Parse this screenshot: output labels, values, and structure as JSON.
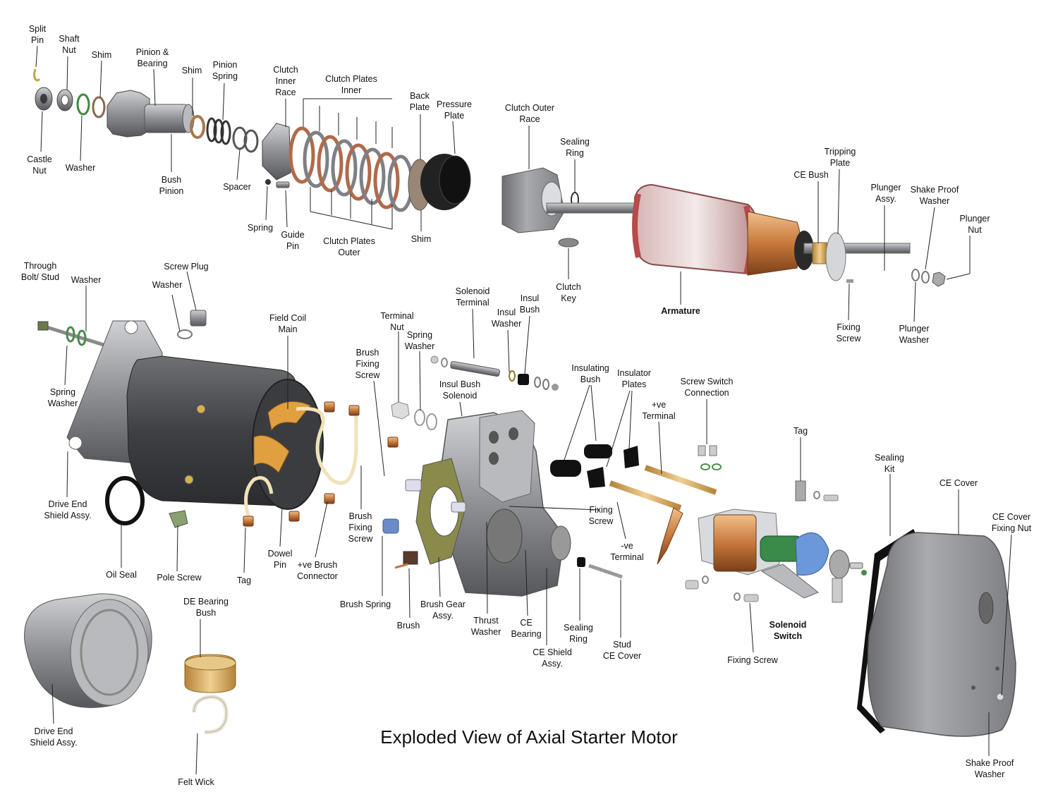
{
  "title": "Exploded View of Axial Starter Motor",
  "labels": {
    "split_pin": "Split\nPin",
    "shaft_nut": "Shaft\nNut",
    "shim_1": "Shim",
    "pinion_bearing": "Pinion &\nBearing",
    "shim_2": "Shim",
    "pinion_spring": "Pinion\nSpring",
    "clutch_inner_race": "Clutch\nInner\nRace",
    "clutch_plates_inner": "Clutch Plates\nInner",
    "back_plate": "Back\nPlate",
    "pressure_plate": "Pressure\nPlate",
    "clutch_outer_race": "Clutch Outer\nRace",
    "sealing_ring_1": "Sealing\nRing",
    "ce_bush": "CE Bush",
    "tripping_plate": "Tripping\nPlate",
    "plunger_assy": "Plunger\nAssy.",
    "shake_proof_washer_1": "Shake Proof\nWasher",
    "plunger_nut": "Plunger\nNut",
    "castle_nut": "Castle\nNut",
    "washer_1": "Washer",
    "bush_pinion": "Bush\nPinion",
    "spacer": "Spacer",
    "spring_1": "Spring",
    "guide_pin": "Guide\nPin",
    "clutch_plates_outer": "Clutch Plates\nOuter",
    "shim_3": "Shim",
    "clutch_key": "Clutch\nKey",
    "armature": "Armature",
    "fixing_screw_1": "Fixing\nScrew",
    "plunger_washer": "Plunger\nWasher",
    "through_bolt": "Through\nBolt/ Stud",
    "washer_2": "Washer",
    "screw_plug": "Screw Plug",
    "washer_3": "Washer",
    "field_coil_main": "Field Coil\nMain",
    "solenoid_terminal": "Solenoid\nTerminal",
    "insul_bush_1": "Insul\nBush",
    "insul_washer": "Insul\nWasher",
    "terminal_nut": "Terminal\nNut",
    "spring_washer_1": "Spring\nWasher",
    "brush_fixing_screw_1": "Brush\nFixing\nScrew",
    "insul_bush_solenoid": "Insul Bush\nSolenoid",
    "insulating_bush": "Insulating\nBush",
    "insulator_plates": "Insulator\nPlates",
    "screw_switch_connection": "Screw Switch\nConnection",
    "plus_ve_terminal": "+ve\nTerminal",
    "tag_1": "Tag",
    "sealing_kit": "Sealing\nKit",
    "ce_cover_1": "CE Cover",
    "ce_cover_fixing_nut": "CE Cover\nFixing Nut",
    "spring_washer_2": "Spring\nWasher",
    "drive_end_shield_1": "Drive End\nShield Assy.",
    "oil_seal": "Oil Seal",
    "pole_screw": "Pole Screw",
    "tag_2": "Tag",
    "dowel_pin": "Dowel\nPin",
    "plus_ve_brush_connector": "+ve Brush\nConnector",
    "brush_fixing_screw_2": "Brush\nFixing\nScrew",
    "fixing_screw_2": "Fixing\nScrew",
    "minus_ve_terminal": "-ve\nTerminal",
    "brush_spring": "Brush Spring",
    "brush": "Brush",
    "brush_gear_assy": "Brush Gear\nAssy.",
    "thrust_washer": "Thrust\nWasher",
    "ce_bearing": "CE\nBearing",
    "ce_shield_assy": "CE Shield\nAssy.",
    "sealing_ring_2": "Sealing\nRing",
    "stud_ce_cover": "Stud\nCE Cover",
    "solenoid_switch": "Solenoid\nSwitch",
    "fixing_screw_3": "Fixing Screw",
    "de_bearing_bush": "DE Bearing\nBush",
    "drive_end_shield_2": "Drive End\nShield Assy.",
    "felt_wick": "Felt Wick",
    "shake_proof_washer_2": "Shake Proof\nWasher"
  },
  "colors": {
    "metal": "#9a9ca0",
    "metal_dark": "#5d5f63",
    "copper": "#c8783c",
    "brass": "#d4a65a",
    "black": "#1a1a1a",
    "insulation": "#f1e2b8",
    "red_lam": "#b84a4a"
  }
}
